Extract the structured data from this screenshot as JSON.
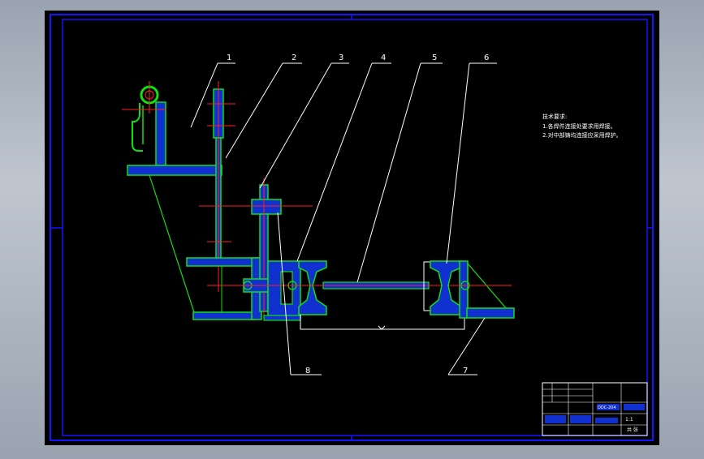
{
  "balloons": [
    "1",
    "2",
    "3",
    "4",
    "5",
    "6",
    "7",
    "8"
  ],
  "tech_notes": {
    "title": "技术要求:",
    "line1": "1.各焊件连接处要求用焊接。",
    "line2": "2.对中部铸均连接应采用焊护。"
  },
  "title_block": {
    "scale": "1:1",
    "sheet": "共 张",
    "drawing_no": "DDC-204"
  },
  "colors": {
    "background": "#000000",
    "frame": "#1010ff",
    "part_outline": "#10e010",
    "hatch": "#2040ff",
    "center_line": "#ff2020",
    "leader": "#ffffff"
  }
}
